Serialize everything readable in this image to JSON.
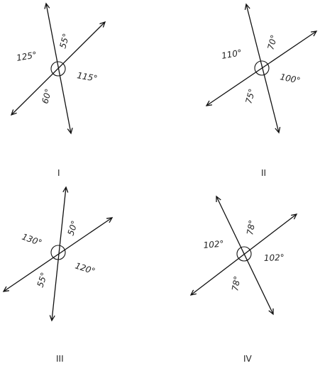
{
  "figures": [
    {
      "label": "I",
      "angles": [
        "125°",
        "55°",
        "115°",
        "60°"
      ]
    },
    {
      "label": "II",
      "angles": [
        "110°",
        "70°",
        "100°",
        "75°"
      ]
    },
    {
      "label": "III",
      "angles": [
        "130°",
        "50°",
        "120°",
        "55°"
      ]
    },
    {
      "label": "IV",
      "angles": [
        "102°",
        "78°",
        "102°",
        "78°"
      ]
    }
  ]
}
